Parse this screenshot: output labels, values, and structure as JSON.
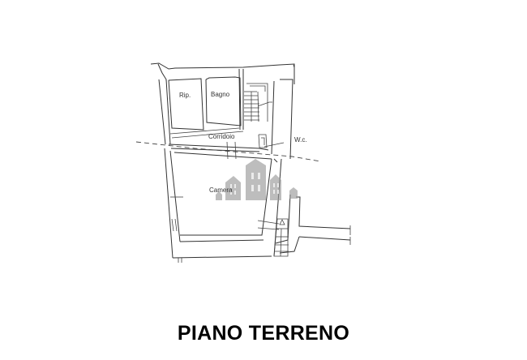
{
  "plan": {
    "title": "PIANO TERRENO",
    "rooms": [
      {
        "id": "rip",
        "label": "Rip."
      },
      {
        "id": "bagno",
        "label": "Bagno"
      },
      {
        "id": "corridoio",
        "label": "Corridoio"
      },
      {
        "id": "wc",
        "label": "W.c."
      },
      {
        "id": "camera",
        "label": "Camera"
      }
    ],
    "stair_marks": [
      "up-arrow"
    ],
    "watermark": "houses-logo"
  },
  "colors": {
    "line": "#333333",
    "watermark": "#9a9a9a",
    "background": "#ffffff"
  }
}
